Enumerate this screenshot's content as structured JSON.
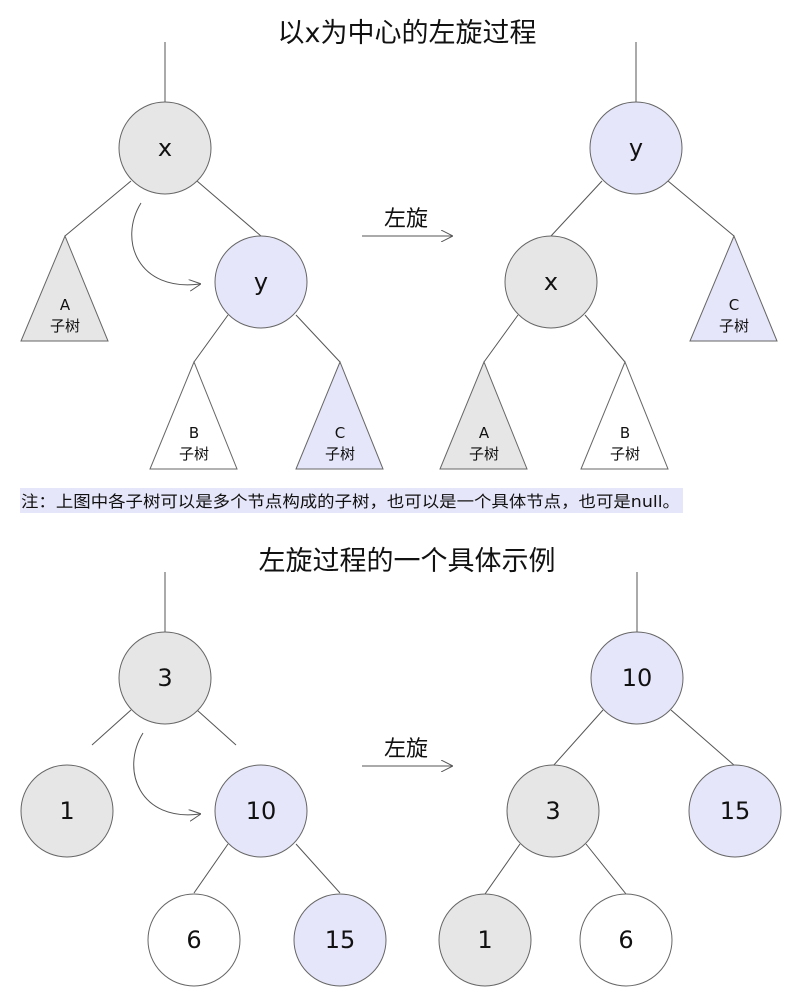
{
  "colors": {
    "gray": "#e6e6e6",
    "lavender": "#e6e6fa",
    "white": "#ffffff",
    "note_bg": "#e6e6fa"
  },
  "top": {
    "title": "以x为中心的左旋过程",
    "arrow_label": "左旋",
    "before": {
      "node_x": "x",
      "node_y": "y",
      "sub_a": {
        "name": "A",
        "label": "子树"
      },
      "sub_b": {
        "name": "B",
        "label": "子树"
      },
      "sub_c": {
        "name": "C",
        "label": "子树"
      }
    },
    "after": {
      "node_y": "y",
      "node_x": "x",
      "sub_a": {
        "name": "A",
        "label": "子树"
      },
      "sub_b": {
        "name": "B",
        "label": "子树"
      },
      "sub_c": {
        "name": "C",
        "label": "子树"
      }
    }
  },
  "note": "注：上图中各子树可以是多个节点构成的子树，也可以是一个具体节点，也可是null。",
  "bottom": {
    "title": "左旋过程的一个具体示例",
    "arrow_label": "左旋",
    "before": {
      "root": "3",
      "left": "1",
      "right": "10",
      "right_left": "6",
      "right_right": "15"
    },
    "after": {
      "root": "10",
      "left": "3",
      "right": "15",
      "left_left": "1",
      "left_right": "6"
    }
  }
}
